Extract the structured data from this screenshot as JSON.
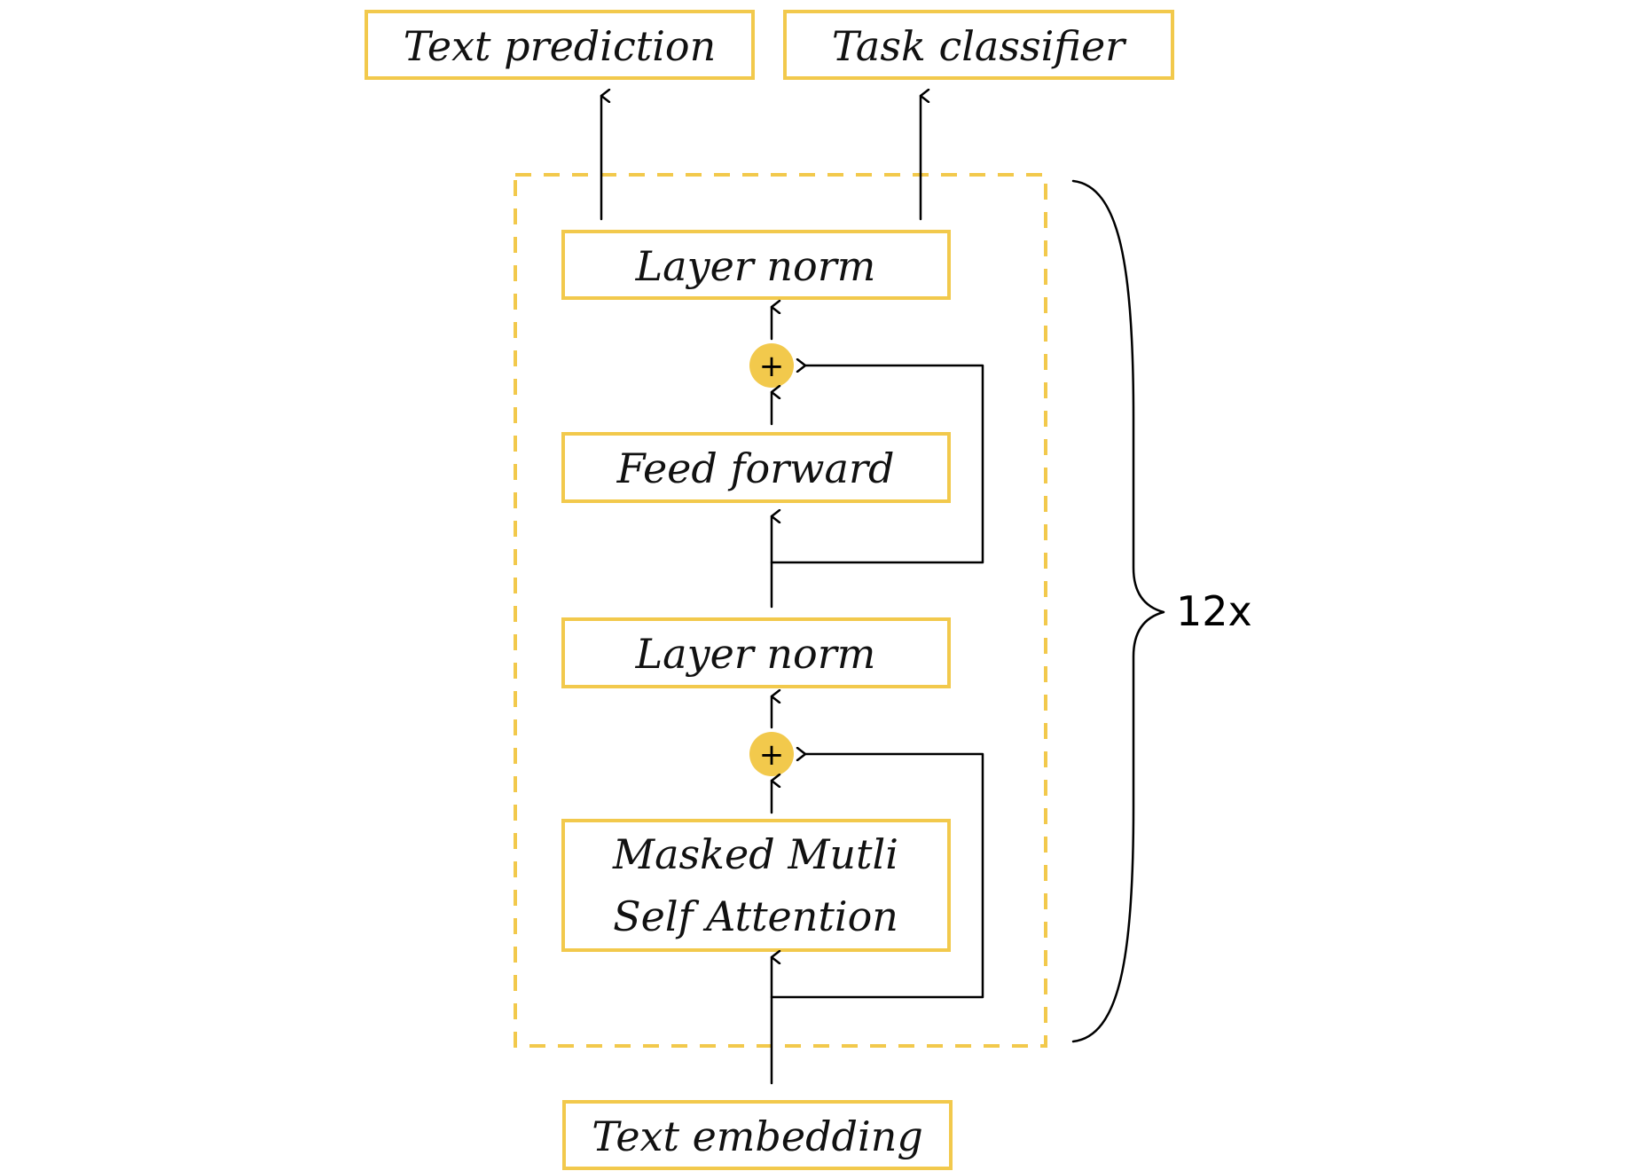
{
  "outputs": {
    "text_prediction": "Text prediction",
    "task_classifier": "Task classifier"
  },
  "block": {
    "layer_norm_top": "Layer norm",
    "feed_forward": "Feed forward",
    "layer_norm_bottom": "Layer norm",
    "attention_line1": "Masked Mutli",
    "attention_line2": "Self Attention",
    "add_symbol": "+"
  },
  "input": {
    "text_embedding": "Text embedding"
  },
  "repeat_label": "12x",
  "colors": {
    "accent": "#F2C94C",
    "line": "#000000"
  }
}
